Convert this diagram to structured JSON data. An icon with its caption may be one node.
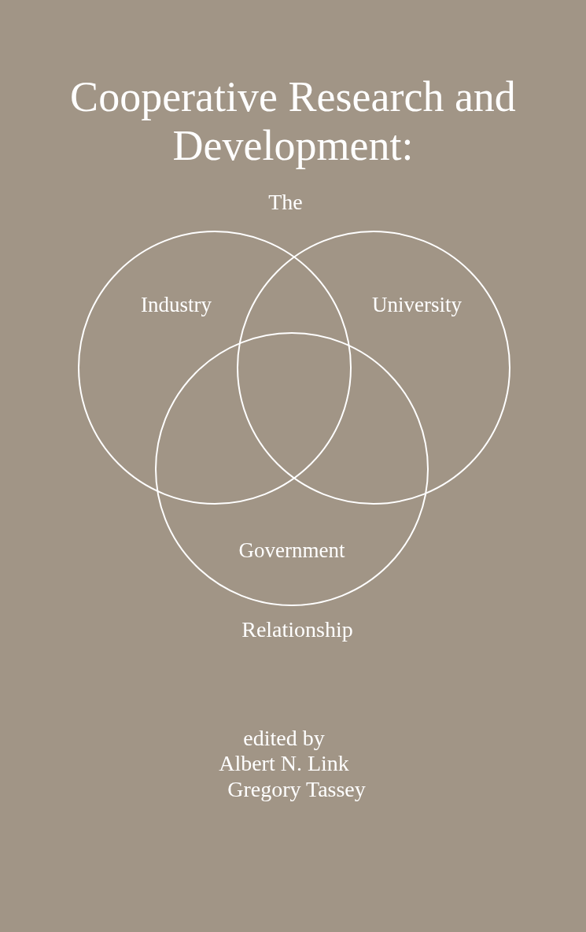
{
  "diagram": {
    "title": "Cooperative Research and Development:",
    "nodes": [
      {
        "text": [
          "Industry"
        ]
      },
      {
        "text": [
          "University"
        ]
      },
      {
        "text": [
          "Government"
        ]
      }
    ],
    "labels": [
      "The",
      "Relationship",
      "edited by",
      "Albert N. Link",
      "Gregory Tassey"
    ]
  }
}
